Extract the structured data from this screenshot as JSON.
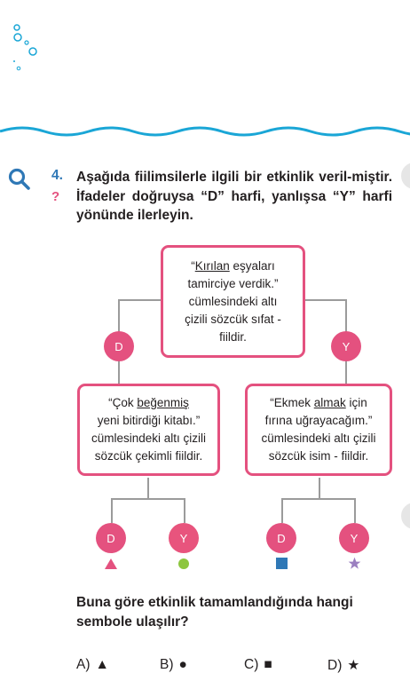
{
  "question": {
    "number": "4.",
    "text": "Aşağıda fiilimsilerle ilgili bir etkinlik veril-miştir. İfadeler doğruysa “D” harfi, yanlışsa “Y” harfi yönünde ilerleyin."
  },
  "boxes": {
    "top": {
      "quote_open": "“",
      "underlined": "Kırılan",
      "rest1": " eşyaları",
      "line2": "tamirciye verdik.”",
      "line3": "cümlesindeki altı",
      "line4": "çizili sözcük sıfat -",
      "line5": "fiildir."
    },
    "left": {
      "line1_pre": "“Çok ",
      "underlined": "beğenmiş",
      "line2": "yeni bitirdiği kitabı.”",
      "line3": "cümlesindeki altı çizili",
      "line4": "sözcük çekimli fiildir."
    },
    "right": {
      "line1_pre": "“Ekmek ",
      "underlined": "almak",
      "line1_post": " için",
      "line2": "fırına uğrayacağım.”",
      "line3": "cümlesindeki altı çizili",
      "line4": "sözcük isim - fiildir."
    }
  },
  "labels": {
    "d": "D",
    "y": "Y"
  },
  "colors": {
    "pink": "#e4517f",
    "blue_teal": "#1aa6d6",
    "number": "#2f78b6",
    "symbol_green": "#8dc63f",
    "symbol_blue": "#2f78b6",
    "symbol_purple": "#9b7fc0",
    "symbol_pink": "#e4517f"
  },
  "symbols": [
    "triangle",
    "circle",
    "square",
    "star"
  ],
  "bottom_question": "Buna göre etkinlik tamamlandığında hangi sembole ulaşılır?",
  "options": [
    {
      "label": "A)",
      "symbol": "▲"
    },
    {
      "label": "B)",
      "symbol": "●"
    },
    {
      "label": "C)",
      "symbol": "■"
    },
    {
      "label": "D)",
      "symbol": "★"
    }
  ],
  "icons": {
    "search": "magnifier-icon",
    "help": "question-icon"
  }
}
